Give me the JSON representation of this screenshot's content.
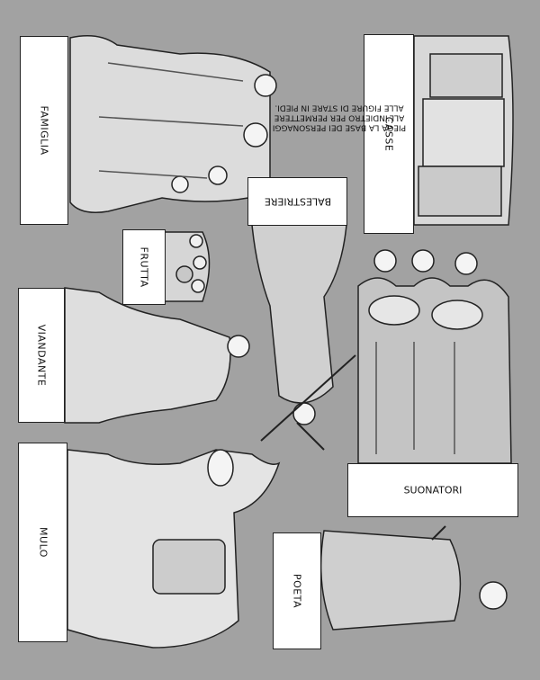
{
  "labels": {
    "famiglia": "FAMIGLIA",
    "casse": "CASSE",
    "frutta": "FRUTTA",
    "balestriere": "BALESTRIERE",
    "viandante": "VIANDANTE",
    "suonatori": "SUONATORI",
    "mulo": "MULO",
    "poeta": "POETA"
  },
  "instruction": "PIEGA LA BASE DEI PERSONAGGI ALL'INDIETRO PER PERMETTERE ALLE FIGURE DI STARE IN PIEDI.",
  "colors": {
    "background": "#a2a2a2",
    "label": "#ffffff",
    "ink": "#222222"
  }
}
